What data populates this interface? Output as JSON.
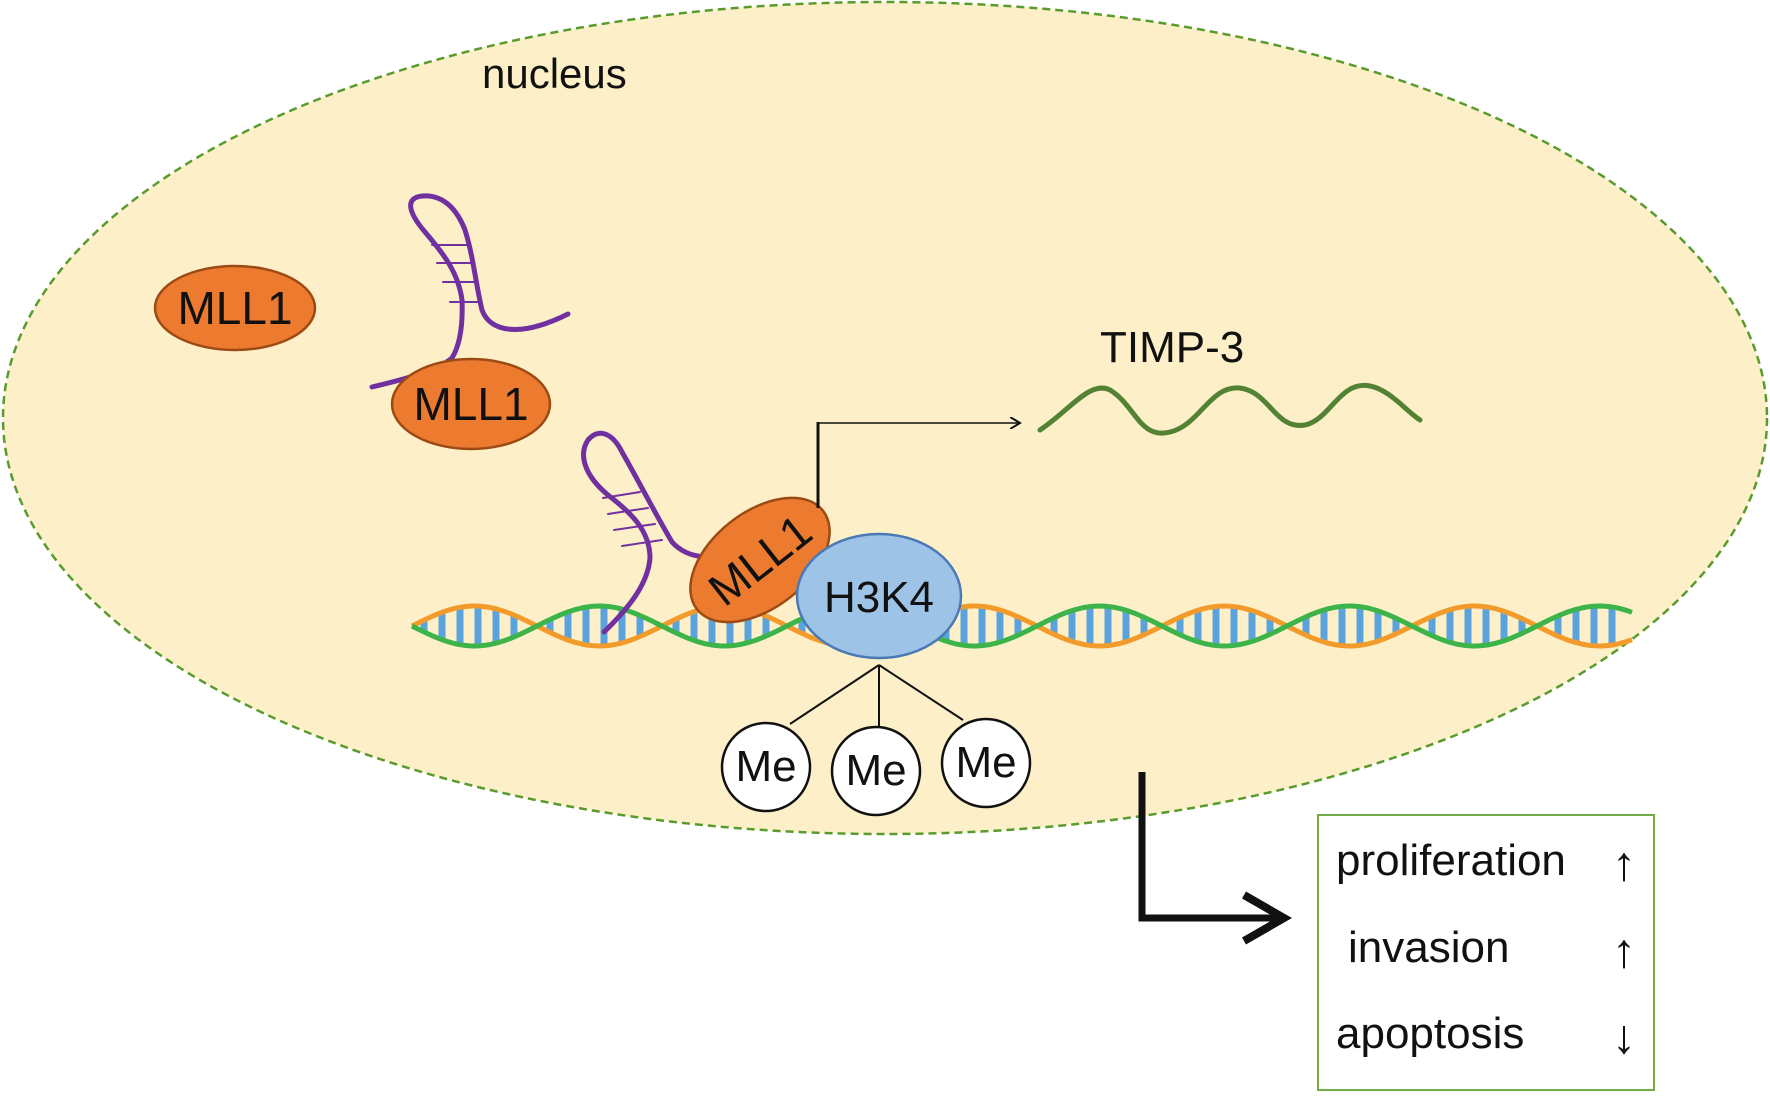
{
  "diagram": {
    "compartment_label": "nucleus",
    "protein_label": "MLL1",
    "histone_label": "H3K4",
    "methyl_label": "Me",
    "gene_label": "TIMP-3",
    "outcomes": [
      {
        "label": "proliferation",
        "arrow": "↑"
      },
      {
        "label": "invasion",
        "arrow": "↑"
      },
      {
        "label": "apoptosis",
        "arrow": "↓"
      }
    ]
  },
  "colors": {
    "nucleus_fill": "#fdf0c9",
    "nucleus_border": "#5a9b2e",
    "protein_fill": "#ec7b30",
    "protein_border": "#9c4a14",
    "histone_fill": "#9dc3e6",
    "histone_border": "#4a7ab5",
    "rna": "#7030a0",
    "dna_strand_a": "#3cb44a",
    "dna_strand_b": "#f29b2a",
    "dna_rungs": "#5ba3dc",
    "mrna": "#548235",
    "outcome_border": "#70ad47"
  },
  "icons": [
    "rna-hairpin-icon",
    "dna-helix-icon",
    "mrna-wave-icon",
    "transcription-arrow-icon",
    "effect-arrow-icon"
  ]
}
